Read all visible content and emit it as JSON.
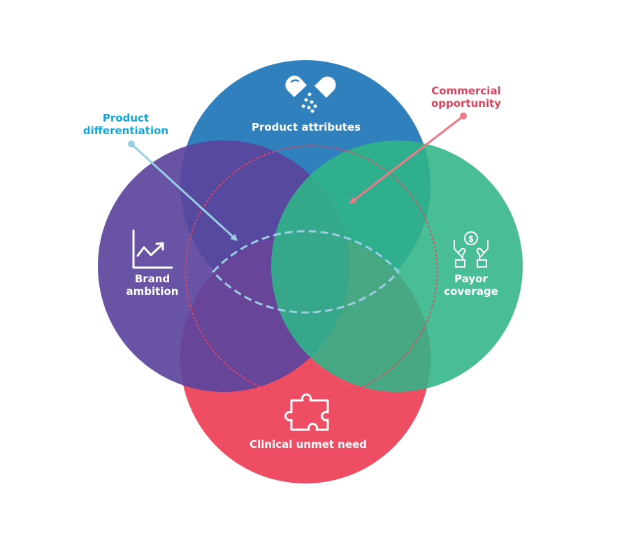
{
  "title": "Commercial opportunity Venn diagram",
  "circles": [
    {
      "id": "product",
      "label": "Product attributes",
      "icon": "pill-capsule-icon",
      "color": "#2f80bd"
    },
    {
      "id": "brand",
      "label_lines": [
        "Brand",
        "ambition"
      ],
      "icon": "growth-chart-icon",
      "color": "#5b449c"
    },
    {
      "id": "payor",
      "label_lines": [
        "Payor",
        "coverage"
      ],
      "icon": "hands-coin-icon",
      "color": "#30b587"
    },
    {
      "id": "clinical",
      "label": "Clinical unmet need",
      "icon": "puzzle-piece-icon",
      "color": "#ef4d63"
    }
  ],
  "callouts": {
    "differentiation": {
      "lines": [
        "Product",
        "differentiation"
      ],
      "color": "#14a6d8",
      "arrow_color": "#99cde4"
    },
    "commercial": {
      "lines": [
        "Commercial",
        "opportunity"
      ],
      "color": "#e0415b",
      "arrow_color": "#ef7a86"
    }
  },
  "colors": {
    "dashed_lens": "#9ccde4",
    "dotted_lens": "#e5455d"
  }
}
